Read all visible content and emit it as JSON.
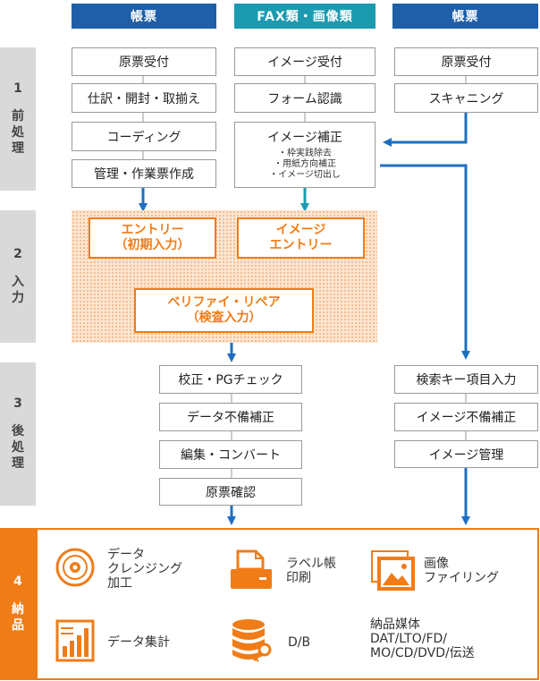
{
  "columns": {
    "left": "帳票",
    "middle": "FAX類・画像類",
    "right": "帳票"
  },
  "phases": [
    {
      "num": "1",
      "label": "前処理"
    },
    {
      "num": "2",
      "label": "入力"
    },
    {
      "num": "3",
      "label": "後処理"
    },
    {
      "num": "4",
      "label": "納品"
    }
  ],
  "pre": {
    "left": [
      "原票受付",
      "仕訳・開封・取揃え",
      "コーディング",
      "管理・作業票作成"
    ],
    "middle": [
      "イメージ受付",
      "フォーム認識"
    ],
    "middle_correction": {
      "title": "イメージ補正",
      "items": [
        "・枠実践除去",
        "・用紙方向補正",
        "・イメージ切出し"
      ]
    },
    "right": [
      "原票受付",
      "スキャニング"
    ]
  },
  "input": {
    "entry_line1": "エントリー",
    "entry_line2": "（初期入力）",
    "image_line1": "イメージ",
    "image_line2": "エントリー",
    "verify_line1": "ベリファイ・リペア",
    "verify_line2": "（検査入力）"
  },
  "post": {
    "left": [
      "校正・PGチェック",
      "データ不備補正",
      "編集・コンバート",
      "原票確認"
    ],
    "right": [
      "検索キー項目入力",
      "イメージ不備補正",
      "イメージ管理"
    ]
  },
  "delivery": {
    "item1": [
      "データ",
      "クレンジング",
      "加工"
    ],
    "item2": [
      "ラベル帳",
      "印刷"
    ],
    "item3": [
      "画像",
      "ファイリング"
    ],
    "item4": [
      "データ集計"
    ],
    "item5": [
      "D/B"
    ],
    "item6": [
      "納品媒体",
      "DAT/LTO/FD/",
      "MO/CD/DVD/伝送"
    ]
  },
  "colors": {
    "left_header": "#1f5fa8",
    "middle_header": "#1c9bb0",
    "right_header": "#1f5fa8",
    "arrow": "#1d6fc2",
    "arrow_teal": "#1c9bb0",
    "orange": "#f07c18",
    "side": "#d9d9d9"
  }
}
